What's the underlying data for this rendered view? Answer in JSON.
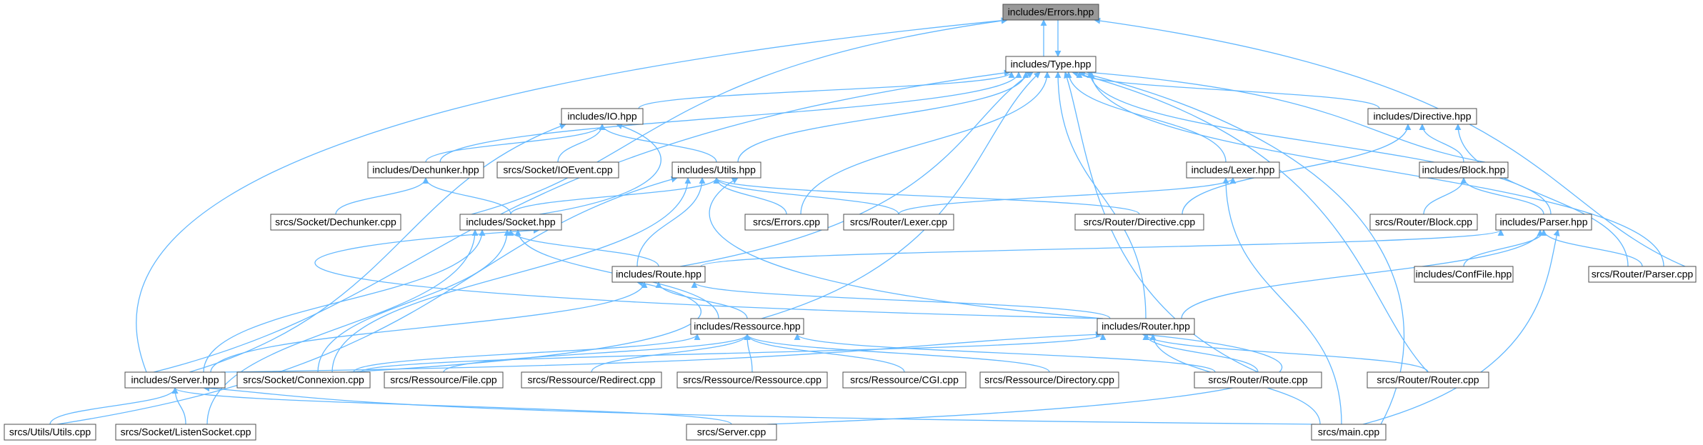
{
  "diagram": {
    "type": "include-dependency-graph",
    "colors": {
      "edge": "#63b8ff",
      "node_border": "#4d4d4d",
      "node_fill": "#ffffff",
      "root_fill": "#999999",
      "text": "#000000"
    },
    "root": "errors",
    "nodes": [
      {
        "id": "errors",
        "label": "includes/Errors.hpp"
      },
      {
        "id": "type",
        "label": "includes/Type.hpp"
      },
      {
        "id": "io",
        "label": "includes/IO.hpp"
      },
      {
        "id": "directive",
        "label": "includes/Directive.hpp"
      },
      {
        "id": "dechunker",
        "label": "includes/Dechunker.hpp"
      },
      {
        "id": "ioevent",
        "label": "srcs/Socket/IOEvent.cpp"
      },
      {
        "id": "utils",
        "label": "includes/Utils.hpp"
      },
      {
        "id": "lexer",
        "label": "includes/Lexer.hpp"
      },
      {
        "id": "block",
        "label": "includes/Block.hpp"
      },
      {
        "id": "dechunker_cpp",
        "label": "srcs/Socket/Dechunker.cpp"
      },
      {
        "id": "socket",
        "label": "includes/Socket.hpp"
      },
      {
        "id": "errors_cpp",
        "label": "srcs/Errors.cpp"
      },
      {
        "id": "lexer_cpp",
        "label": "srcs/Router/Lexer.cpp"
      },
      {
        "id": "directive_cpp",
        "label": "srcs/Router/Directive.cpp"
      },
      {
        "id": "block_cpp",
        "label": "srcs/Router/Block.cpp"
      },
      {
        "id": "parser",
        "label": "includes/Parser.hpp"
      },
      {
        "id": "route",
        "label": "includes/Route.hpp"
      },
      {
        "id": "conffile",
        "label": "includes/ConfFile.hpp"
      },
      {
        "id": "parser_cpp",
        "label": "srcs/Router/Parser.cpp"
      },
      {
        "id": "ressource",
        "label": "includes/Ressource.hpp"
      },
      {
        "id": "router",
        "label": "includes/Router.hpp"
      },
      {
        "id": "server",
        "label": "includes/Server.hpp"
      },
      {
        "id": "connexion",
        "label": "srcs/Socket/Connexion.cpp"
      },
      {
        "id": "file_cpp",
        "label": "srcs/Ressource/File.cpp"
      },
      {
        "id": "redirect_cpp",
        "label": "srcs/Ressource/Redirect.cpp"
      },
      {
        "id": "ressource_cpp",
        "label": "srcs/Ressource/Ressource.cpp"
      },
      {
        "id": "cgi_cpp",
        "label": "srcs/Ressource/CGI.cpp"
      },
      {
        "id": "directory_cpp",
        "label": "srcs/Ressource/Directory.cpp"
      },
      {
        "id": "route_cpp",
        "label": "srcs/Router/Route.cpp"
      },
      {
        "id": "router_cpp",
        "label": "srcs/Router/Router.cpp"
      },
      {
        "id": "utils_cpp",
        "label": "srcs/Utils/Utils.cpp"
      },
      {
        "id": "listensocket",
        "label": "srcs/Socket/ListenSocket.cpp"
      },
      {
        "id": "server_cpp",
        "label": "srcs/Server.cpp"
      },
      {
        "id": "main_cpp",
        "label": "srcs/main.cpp"
      }
    ],
    "edges": [
      {
        "from": "type",
        "to": "errors"
      },
      {
        "from": "errors",
        "to": "type"
      },
      {
        "from": "server",
        "to": "errors"
      },
      {
        "from": "socket",
        "to": "errors"
      },
      {
        "from": "parser_cpp",
        "to": "errors"
      },
      {
        "from": "io",
        "to": "type"
      },
      {
        "from": "directive",
        "to": "type"
      },
      {
        "from": "dechunker",
        "to": "type"
      },
      {
        "from": "utils",
        "to": "type"
      },
      {
        "from": "lexer",
        "to": "type"
      },
      {
        "from": "block",
        "to": "type"
      },
      {
        "from": "errors_cpp",
        "to": "type"
      },
      {
        "from": "parser",
        "to": "type"
      },
      {
        "from": "parser_cpp",
        "to": "type"
      },
      {
        "from": "route",
        "to": "type"
      },
      {
        "from": "ressource",
        "to": "type"
      },
      {
        "from": "router",
        "to": "type"
      },
      {
        "from": "server",
        "to": "type"
      },
      {
        "from": "route_cpp",
        "to": "type"
      },
      {
        "from": "router_cpp",
        "to": "type"
      },
      {
        "from": "main_cpp",
        "to": "type"
      },
      {
        "from": "dechunker",
        "to": "io"
      },
      {
        "from": "ioevent",
        "to": "io"
      },
      {
        "from": "utils",
        "to": "io"
      },
      {
        "from": "socket",
        "to": "io"
      },
      {
        "from": "server",
        "to": "io"
      },
      {
        "from": "block",
        "to": "directive"
      },
      {
        "from": "directive_cpp",
        "to": "directive"
      },
      {
        "from": "parser_cpp",
        "to": "directive"
      },
      {
        "from": "dechunker_cpp",
        "to": "dechunker"
      },
      {
        "from": "socket",
        "to": "dechunker"
      },
      {
        "from": "socket",
        "to": "utils"
      },
      {
        "from": "errors_cpp",
        "to": "utils"
      },
      {
        "from": "lexer_cpp",
        "to": "utils"
      },
      {
        "from": "directive_cpp",
        "to": "utils"
      },
      {
        "from": "route",
        "to": "utils"
      },
      {
        "from": "connexion",
        "to": "utils"
      },
      {
        "from": "router",
        "to": "utils"
      },
      {
        "from": "utils_cpp",
        "to": "utils"
      },
      {
        "from": "lexer_cpp",
        "to": "lexer"
      },
      {
        "from": "main_cpp",
        "to": "lexer"
      },
      {
        "from": "block_cpp",
        "to": "block"
      },
      {
        "from": "parser",
        "to": "block"
      },
      {
        "from": "route",
        "to": "socket"
      },
      {
        "from": "ressource",
        "to": "socket"
      },
      {
        "from": "router",
        "to": "socket"
      },
      {
        "from": "server",
        "to": "socket"
      },
      {
        "from": "connexion",
        "to": "socket"
      },
      {
        "from": "listensocket",
        "to": "socket"
      },
      {
        "from": "route",
        "to": "parser"
      },
      {
        "from": "conffile",
        "to": "parser"
      },
      {
        "from": "parser_cpp",
        "to": "parser"
      },
      {
        "from": "router",
        "to": "parser"
      },
      {
        "from": "main_cpp",
        "to": "parser"
      },
      {
        "from": "ressource",
        "to": "route"
      },
      {
        "from": "router",
        "to": "route"
      },
      {
        "from": "server",
        "to": "route"
      },
      {
        "from": "connexion",
        "to": "route"
      },
      {
        "from": "connexion",
        "to": "ressource"
      },
      {
        "from": "file_cpp",
        "to": "ressource"
      },
      {
        "from": "redirect_cpp",
        "to": "ressource"
      },
      {
        "from": "ressource_cpp",
        "to": "ressource"
      },
      {
        "from": "cgi_cpp",
        "to": "ressource"
      },
      {
        "from": "directory_cpp",
        "to": "ressource"
      },
      {
        "from": "route_cpp",
        "to": "ressource"
      },
      {
        "from": "server",
        "to": "router"
      },
      {
        "from": "connexion",
        "to": "router"
      },
      {
        "from": "route_cpp",
        "to": "router"
      },
      {
        "from": "router_cpp",
        "to": "router"
      },
      {
        "from": "server_cpp",
        "to": "router"
      },
      {
        "from": "main_cpp",
        "to": "router"
      },
      {
        "from": "utils_cpp",
        "to": "server"
      },
      {
        "from": "listensocket",
        "to": "server"
      },
      {
        "from": "server_cpp",
        "to": "server"
      },
      {
        "from": "main_cpp",
        "to": "server"
      }
    ]
  }
}
